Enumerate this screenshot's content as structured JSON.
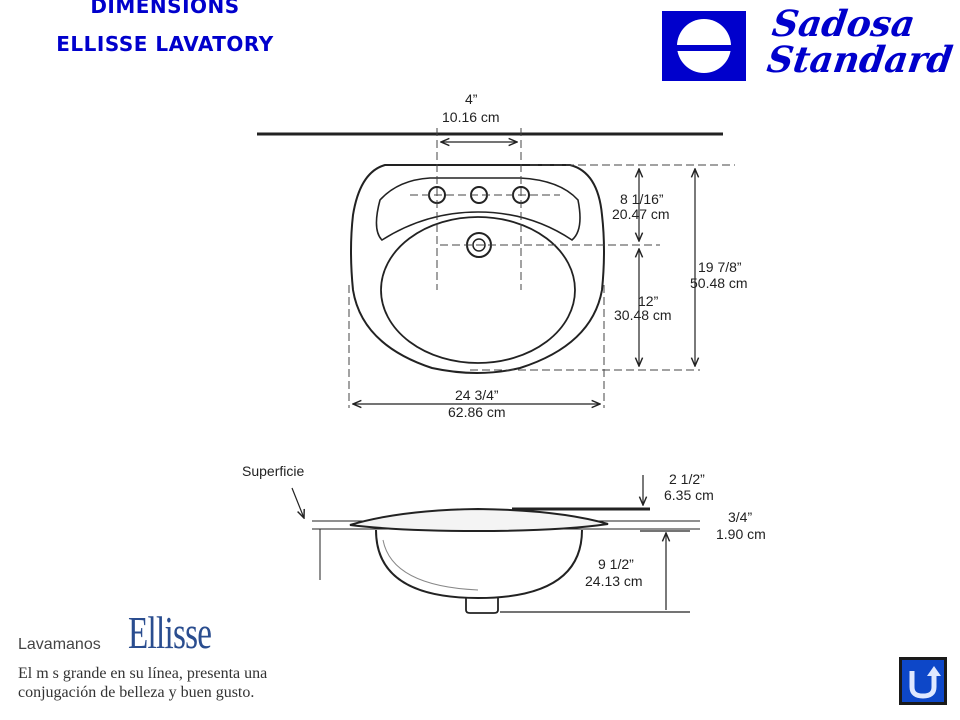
{
  "header": {
    "title_line1": "DIMENSIONS",
    "title_line2": "ELLISSE LAVATORY",
    "brand_line1": "Sadosa",
    "brand_line2": "Standard"
  },
  "top_view": {
    "faucet_spacing": {
      "in": "4”",
      "cm": "10.16 cm"
    },
    "drain_to_back": {
      "in": "8 1/16”",
      "cm": "20.47 cm"
    },
    "total_depth": {
      "in": "19  7/8”",
      "cm": "50.48 cm"
    },
    "drain_to_front": {
      "in": "12”",
      "cm": "30.48 cm"
    },
    "total_width": {
      "in": "24 3/4”",
      "cm": "62.86 cm"
    }
  },
  "side_view": {
    "surface_label": "Superficie",
    "rim_height": {
      "in": "2  1/2”",
      "cm": "6.35 cm"
    },
    "rim_thickness": {
      "in": "3/4”",
      "cm": "1.90 cm"
    },
    "bowl_depth": {
      "in": "9  1/2”",
      "cm": "24.13 cm"
    }
  },
  "caption": {
    "label": "Lavamanos",
    "product_name": "Ellisse",
    "description": "El m  s grande en su línea, presenta una conjugación de belleza y buen gusto."
  },
  "colors": {
    "title": "#0000cc",
    "brand": "#0000cc",
    "product_name": "#2a4d8f",
    "nav_button": "#0d47c8"
  },
  "nav": {
    "icon": "return-arrow-icon"
  }
}
